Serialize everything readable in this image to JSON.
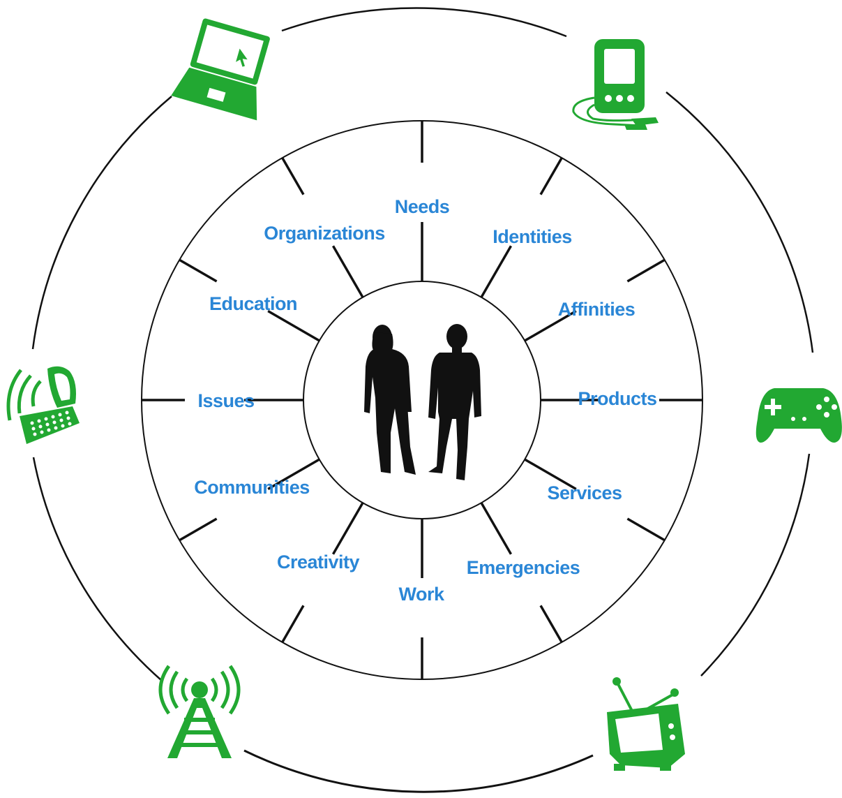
{
  "categories": [
    "Needs",
    "Identities",
    "Affinities",
    "Products",
    "Services",
    "Emergencies",
    "Work",
    "Creativity",
    "Communities",
    "Issues",
    "Education",
    "Organizations"
  ],
  "center": {
    "icon": "people-silhouettes-icon"
  },
  "devices": [
    {
      "icon": "laptop-icon"
    },
    {
      "icon": "mp3-player-icon"
    },
    {
      "icon": "game-controller-icon"
    },
    {
      "icon": "television-icon"
    },
    {
      "icon": "radio-tower-icon"
    },
    {
      "icon": "mobile-phone-icon"
    }
  ],
  "colors": {
    "label": "#2a86d6",
    "icon": "#22a832",
    "line": "#111111"
  }
}
